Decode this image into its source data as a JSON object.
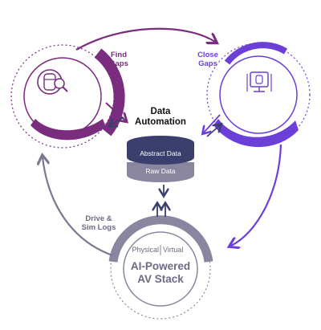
{
  "nodes": {
    "evaluate": {
      "title": "Evaluate",
      "icon": "car-magnifier-icon",
      "color": "#7a2c7e"
    },
    "generate": {
      "title": "Generate",
      "icon": "monitor-car-icon",
      "color": "#6d3fd9"
    },
    "stack": {
      "title_line1": "AI-Powered",
      "title_line2": "AV Stack",
      "sub_left": "Physical",
      "sub_right": "Virtual",
      "color": "#8a86a0"
    }
  },
  "edges": {
    "find_gaps": {
      "line1": "Find",
      "line2": "Gaps"
    },
    "close_gaps": {
      "line1": "Close",
      "line2": "Gaps"
    },
    "drive_logs": {
      "line1": "Drive &",
      "line2": "Sim Logs"
    }
  },
  "hub": {
    "title_line1": "Data",
    "title_line2": "Automation",
    "layer_top": "Abstract Data",
    "layer_bottom": "Raw Data"
  }
}
